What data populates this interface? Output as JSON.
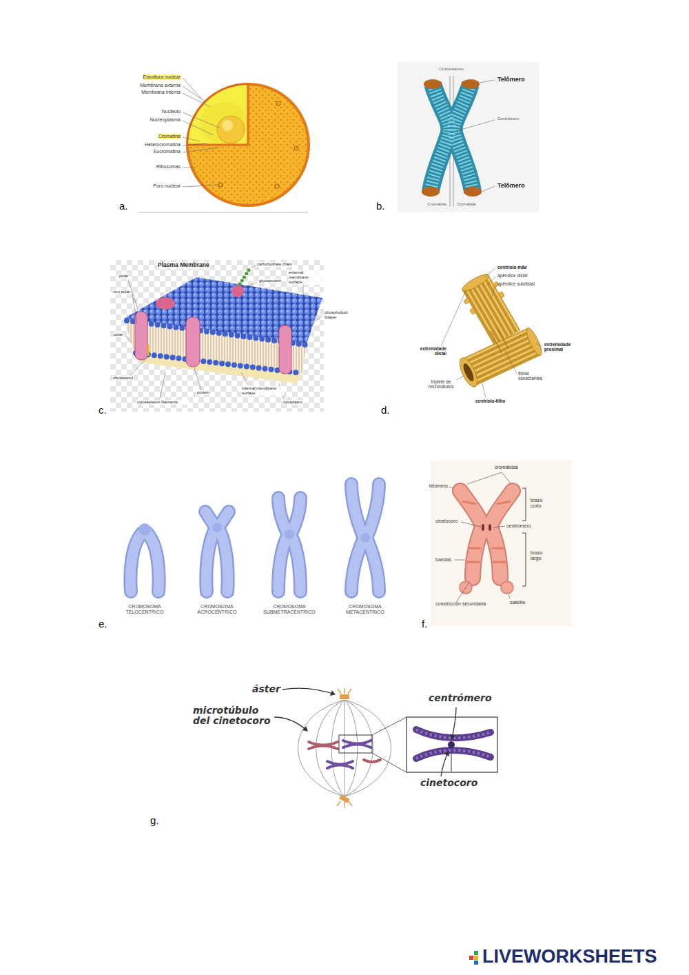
{
  "diagram": {
    "labels": [
      "a.",
      "Envoltura nuclear",
      "Membrana externa",
      "Membrana interna",
      "Nucléolo",
      "Nucleoplasma",
      "Cromatina",
      "Heterocromatina",
      "Eucromatina",
      "Ribosomas",
      "Poro nuclear",
      "b.",
      "Cromossomo",
      "Telômero",
      "Centrômero",
      "Telômero",
      "Cromátide",
      "Cromátide",
      "c.",
      "Plasma Membrane",
      "carbohydrate chain",
      "glycoprotein",
      "external membrane surface",
      "polar",
      "non polar",
      "polar",
      "phospholipid bilayer",
      "cholesterol",
      "cytoskeleton filaments",
      "protein",
      "internal membrane surface",
      "cytoplasm",
      "d.",
      "centríolo-mãe",
      "apêndice distal",
      "apêndice subdistal",
      "extremidade distal",
      "extremidade proximal",
      "triplete de microtúbulos",
      "fibras conectantes",
      "centríolo-filho",
      "e.",
      "CROMOSOMA TELOCÉNTRICO",
      "CROMOSOMA ACROCÉNTRICO",
      "CROMOSOMA SUBMETRACÉNTRICO",
      "CROMOSOMA METACÉNTRICO",
      "f.",
      "cromátidas",
      "telómero",
      "brazo corto",
      "cinetocoro",
      "centrómero",
      "bandas",
      "brazo largo",
      "constricción secundaria",
      "satélite",
      "g.",
      "áster",
      "microtúbulo del cinetocoro",
      "centrómero",
      "cinetocoro",
      "LIVEWORKSHEETS"
    ]
  }
}
